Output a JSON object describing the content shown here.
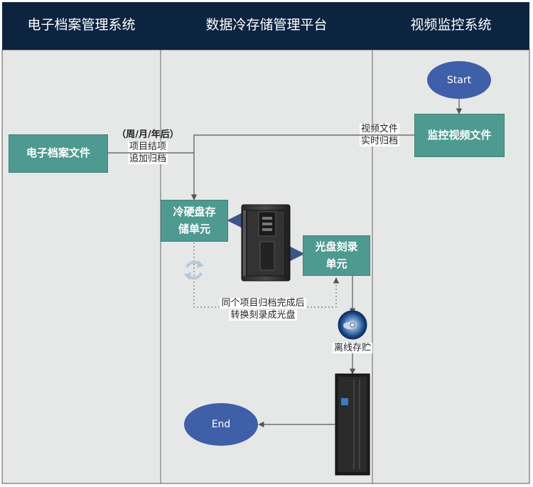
{
  "lanes": [
    {
      "title": "电子档案管理系统"
    },
    {
      "title": "数据冷存储管理平台"
    },
    {
      "title": "视频监控系统"
    }
  ],
  "nodes": {
    "start": "Start",
    "end": "End",
    "e_archive": "电子档案文件",
    "surveillance": "监控视频文件",
    "cold_disk_1": "冷硬盘存",
    "cold_disk_2": "储单元",
    "optical_1": "光盘刻录",
    "optical_2": "单元"
  },
  "labels": {
    "period": "（周/月/年后）",
    "project_1": "项目结项",
    "project_2": "追加归档",
    "video_1": "视频文件",
    "video_2": "实时归档",
    "convert_1": "同个项目归档完成后",
    "convert_2": "转换刻录成光盘",
    "offline": "离线存贮"
  },
  "colors": {
    "header": "#0d2440",
    "lane_bg": "#e6e8e8",
    "node": "#4e9a90",
    "oval": "#3f5fa9",
    "arrow_dark": "#3d5587",
    "line": "#666666"
  }
}
